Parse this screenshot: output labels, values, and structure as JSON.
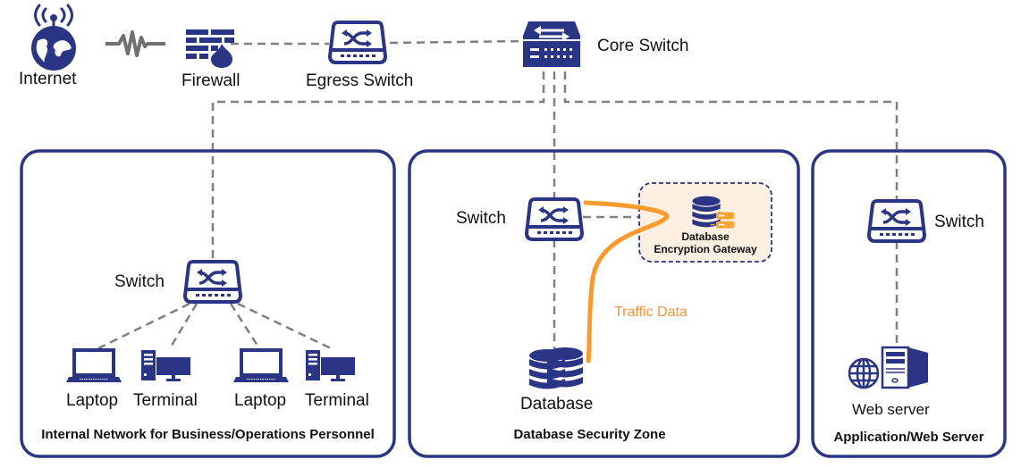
{
  "title": "Database Encryption Gateway Network Topology",
  "colors": {
    "icon": "#2b3586",
    "zone_border": "#2b3586",
    "link_dashed": "#808080",
    "traffic": "#f89b2c",
    "gateway_fill": "#fdf0e2",
    "gateway_accent": "#f8a535"
  },
  "top": {
    "internet": {
      "label": "Internet",
      "icon": "globe-antenna-icon"
    },
    "signal": {
      "icon": "signal-wave-icon"
    },
    "firewall": {
      "label": "Firewall",
      "icon": "firewall-icon"
    },
    "egress_switch": {
      "label": "Egress Switch",
      "icon": "switch-icon"
    },
    "core_switch": {
      "label": "Core Switch",
      "icon": "core-switch-icon"
    }
  },
  "zones": [
    {
      "title": "Internal Network for Business/Operations Personnel",
      "switch_label": "Switch",
      "devices": [
        {
          "label": "Laptop",
          "icon": "laptop-icon"
        },
        {
          "label": "Terminal",
          "icon": "desktop-icon"
        },
        {
          "label": "Laptop",
          "icon": "laptop-icon"
        },
        {
          "label": "Terminal",
          "icon": "desktop-icon"
        }
      ]
    },
    {
      "title": "Database Security Zone",
      "switch_label": "Switch",
      "gateway": {
        "line1": "Database",
        "line2": "Encryption Gateway",
        "icon": "encryption-gateway-icon"
      },
      "traffic_label": "Traffic Data",
      "database_label": "Database"
    },
    {
      "title": "Application/Web Server",
      "switch_label": "Switch",
      "server_label": "Web server"
    }
  ]
}
